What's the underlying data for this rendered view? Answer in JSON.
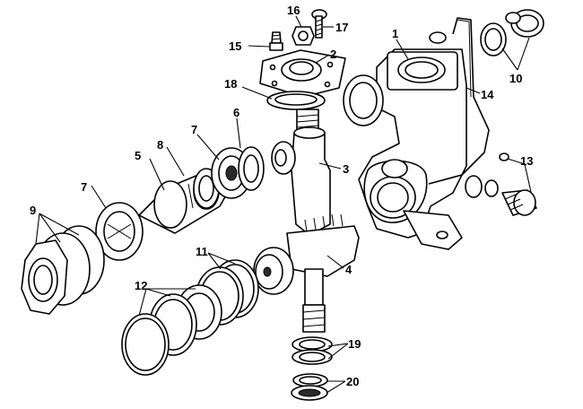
{
  "callouts": {
    "c1": "1",
    "c2": "2",
    "c3": "3",
    "c4": "4",
    "c5": "5",
    "c6": "6",
    "c7a": "7",
    "c7b": "7",
    "c8": "8",
    "c9": "9",
    "c10": "10",
    "c11": "11",
    "c12": "12",
    "c13": "13",
    "c14": "14",
    "c15": "15",
    "c16": "16",
    "c17": "17",
    "c18": "18",
    "c19": "19",
    "c20": "20"
  }
}
